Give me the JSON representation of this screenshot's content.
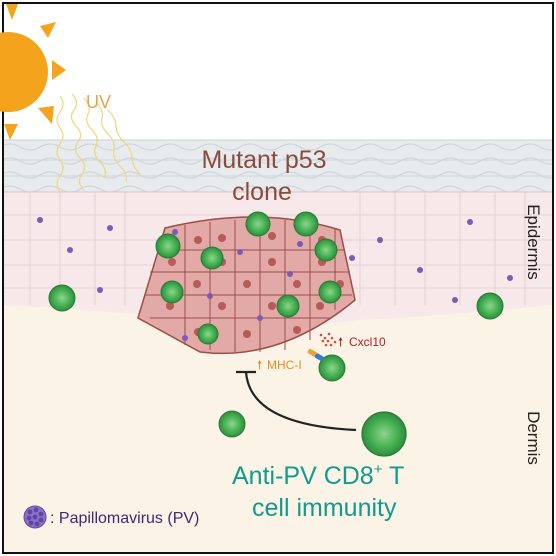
{
  "labels": {
    "uv": "UV",
    "clone_line1": "Mutant p53",
    "clone_line2": "clone",
    "epidermis": "Epidermis",
    "dermis": "Dermis",
    "cxcl10": "Cxcl10",
    "mhc": "MHC-I",
    "immunity_line1": "Anti-PV CD8",
    "immunity_sup": "+",
    "immunity_after_sup": " T",
    "immunity_line2": "cell immunity",
    "legend": ": Papillomavirus (PV)"
  },
  "colors": {
    "sun": "#f3a41c",
    "uv_text": "#e8a24a",
    "clone_text": "#8b4a3c",
    "immunity_text": "#139a8f",
    "upregulation_arrow": "#b81d1d",
    "mhc_arrow": "#e88a1a",
    "tcell": "#3aa84a",
    "virus": "#7a5bb8",
    "legend_text": "#3b2a74",
    "layer_text": "#222222"
  },
  "icons": [
    "sun-icon",
    "uv-ray-icon",
    "t-cell-icon",
    "papillomavirus-icon",
    "inhibition-arrow-icon",
    "up-arrow-icon",
    "cytokine-dots-icon",
    "tcr-mhc-icon"
  ]
}
